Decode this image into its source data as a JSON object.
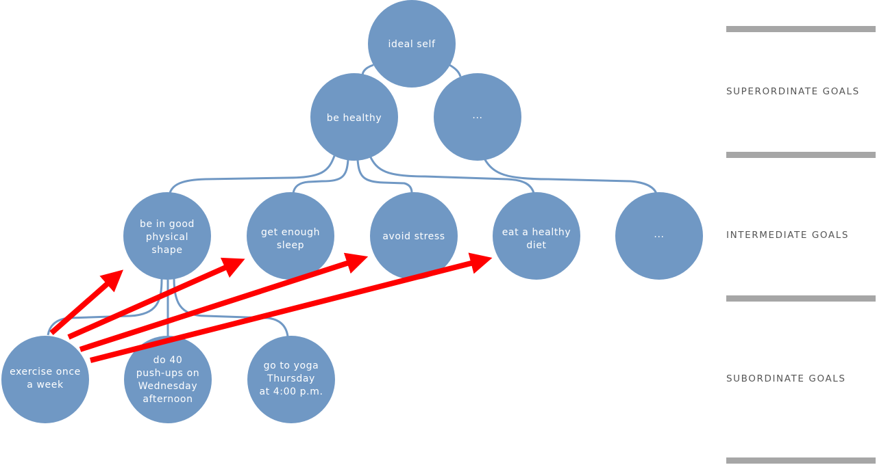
{
  "colors": {
    "node": "#7098c4",
    "arrow": "#ff0000",
    "bar": "#a6a6a6"
  },
  "nodes": {
    "ideal_self": [
      "ideal self"
    ],
    "be_healthy": [
      "be healthy"
    ],
    "super_more": [
      "..."
    ],
    "physical_shape": [
      "be in good",
      "physical",
      "shape"
    ],
    "sleep": [
      "get enough",
      "sleep"
    ],
    "stress": [
      "avoid stress"
    ],
    "diet": [
      "eat a healthy",
      "diet"
    ],
    "inter_more": [
      "..."
    ],
    "exercise": [
      "exercise once",
      "a week"
    ],
    "pushups": [
      "do 40",
      "push-ups on",
      "Wednesday",
      "afternoon"
    ],
    "yoga": [
      "go to yoga",
      "Thursday",
      "at 4:00 p.m."
    ]
  },
  "levels": {
    "superordinate": "SUPERORDINATE GOALS",
    "intermediate": "INTERMEDIATE GOALS",
    "subordinate": "SUBORDINATE GOALS"
  }
}
